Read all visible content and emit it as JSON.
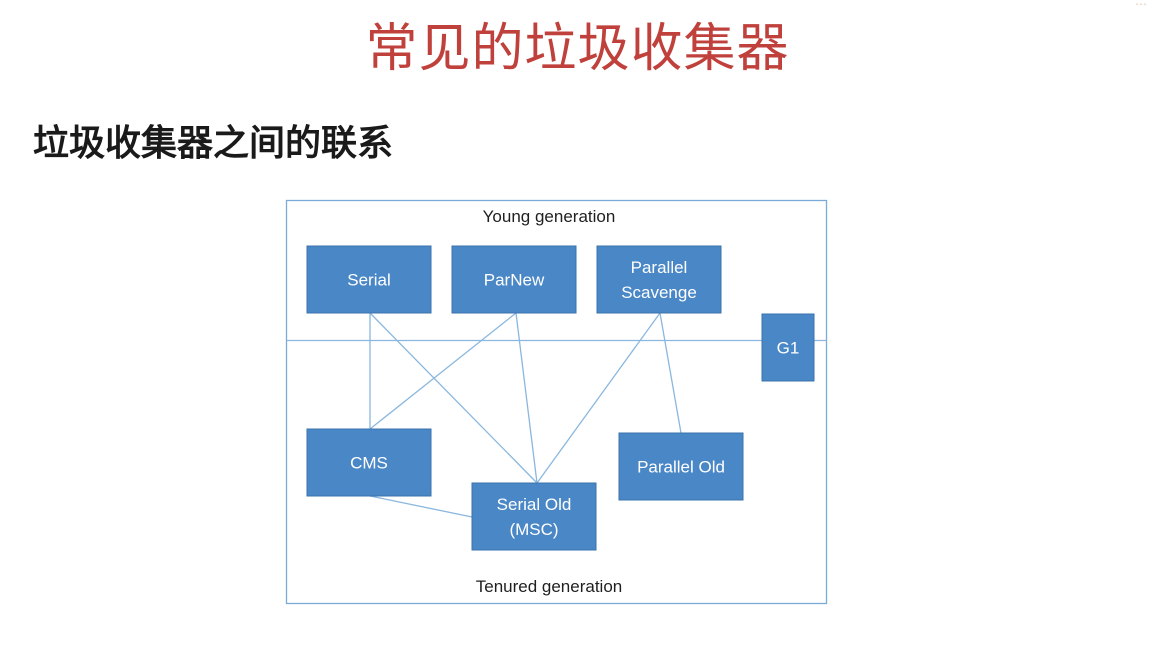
{
  "slide": {
    "title": "常见的垃圾收集器",
    "subtitle": "垃圾收集器之间的联系",
    "corner_mark": "…"
  },
  "diagram": {
    "young_label": "Young generation",
    "tenured_label": "Tenured generation",
    "collectors": {
      "serial": [
        "Serial"
      ],
      "parnew": [
        "ParNew"
      ],
      "parallel_scavenge": [
        "Parallel",
        "Scavenge"
      ],
      "g1": [
        "G1"
      ],
      "cms": [
        "CMS"
      ],
      "serial_old": [
        "Serial Old",
        "(MSC)"
      ],
      "parallel_old": [
        "Parallel Old"
      ]
    },
    "links": [
      [
        "serial",
        "cms"
      ],
      [
        "serial",
        "serial_old"
      ],
      [
        "parnew",
        "cms"
      ],
      [
        "parnew",
        "serial_old"
      ],
      [
        "parallel_scavenge",
        "serial_old"
      ],
      [
        "parallel_scavenge",
        "parallel_old"
      ],
      [
        "cms",
        "serial_old"
      ]
    ],
    "colors": {
      "box_fill": "#4a87c6",
      "box_stroke": "#3a73ad",
      "line": "#8ab7de",
      "frame": "#7aaad6"
    }
  }
}
